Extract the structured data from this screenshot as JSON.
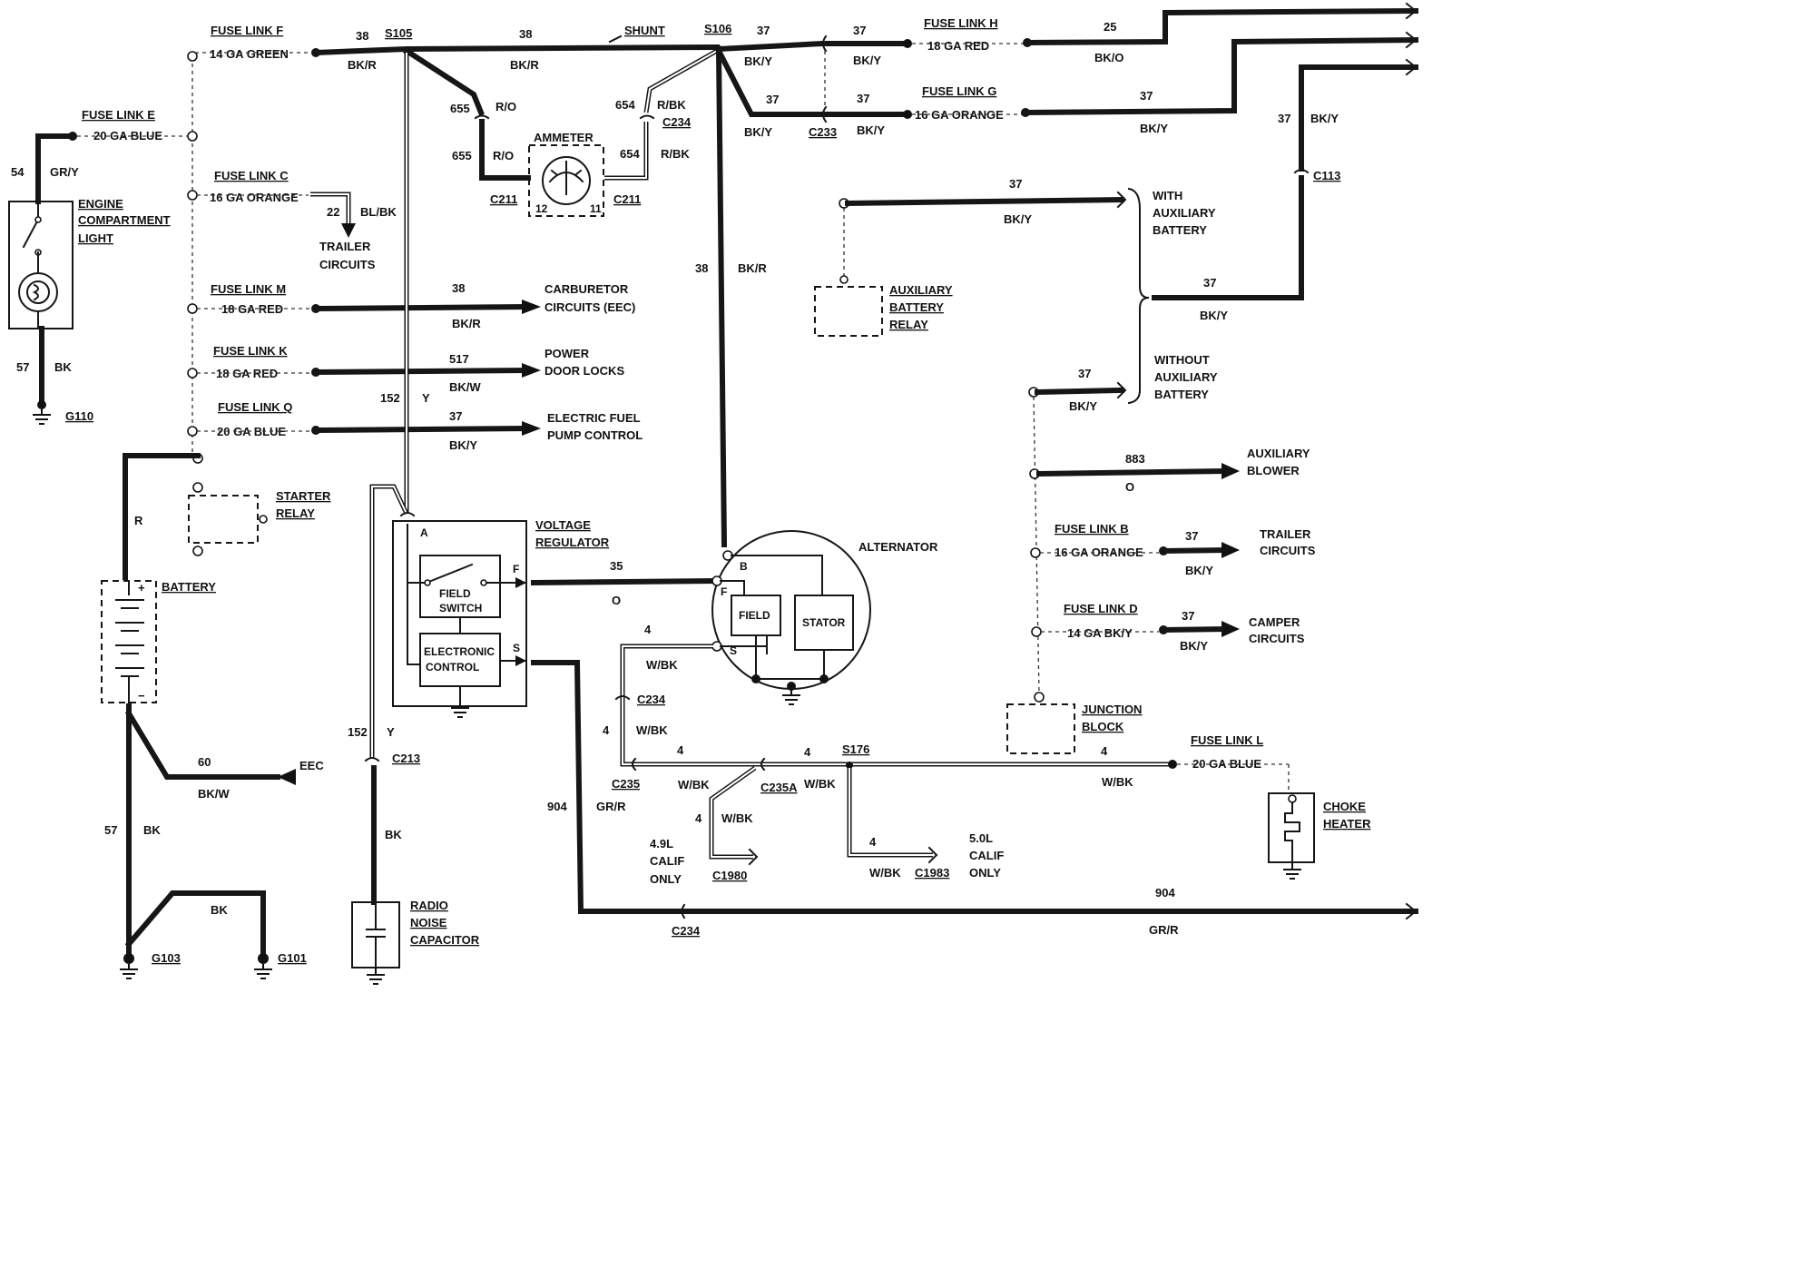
{
  "fuse_links": {
    "f": {
      "name": "FUSE LINK F",
      "gauge": "14 GA GREEN"
    },
    "e": {
      "name": "FUSE LINK E",
      "gauge": "20 GA BLUE"
    },
    "c": {
      "name": "FUSE LINK C",
      "gauge": "16 GA ORANGE"
    },
    "m": {
      "name": "FUSE LINK M",
      "gauge": "18 GA RED"
    },
    "k": {
      "name": "FUSE LINK K",
      "gauge": "18 GA RED"
    },
    "q": {
      "name": "FUSE LINK Q",
      "gauge": "20 GA BLUE"
    },
    "h": {
      "name": "FUSE LINK H",
      "gauge": "18 GA RED"
    },
    "g": {
      "name": "FUSE LINK G",
      "gauge": "16 GA ORANGE"
    },
    "b": {
      "name": "FUSE LINK B",
      "gauge": "16 GA ORANGE"
    },
    "d": {
      "name": "FUSE LINK D",
      "gauge": "14 GA BK/Y"
    },
    "l": {
      "name": "FUSE LINK L",
      "gauge": "20 GA BLUE"
    }
  },
  "splices": {
    "s105": "S105",
    "s106": "S106",
    "s176": "S176"
  },
  "connectors": {
    "c234": "C234",
    "c233": "C233",
    "c211": "C211",
    "c113": "C113",
    "c213": "C213",
    "c235": "C235",
    "c235a": "C235A",
    "c1980": "C1980",
    "c1983": "C1983"
  },
  "grounds": {
    "g110": "G110",
    "g103": "G103",
    "g101": "G101"
  },
  "components": {
    "shunt": "SHUNT",
    "ammeter": "AMMETER",
    "engine_light": [
      "ENGINE",
      "COMPARTMENT",
      "LIGHT"
    ],
    "starter_relay": [
      "STARTER",
      "RELAY"
    ],
    "battery": "BATTERY",
    "voltage_regulator": [
      "VOLTAGE",
      "REGULATOR"
    ],
    "field_switch": [
      "FIELD",
      "SWITCH"
    ],
    "electronic_control": [
      "ELECTRONIC",
      "CONTROL"
    ],
    "alternator": "ALTERNATOR",
    "field": "FIELD",
    "stator": "STATOR",
    "aux_battery_relay": [
      "AUXILIARY",
      "BATTERY",
      "RELAY"
    ],
    "junction_block": [
      "JUNCTION",
      "BLOCK"
    ],
    "radio_noise_capacitor": [
      "RADIO",
      "NOISE",
      "CAPACITOR"
    ],
    "choke_heater": [
      "CHOKE",
      "HEATER"
    ],
    "with_aux": [
      "WITH",
      "AUXILIARY",
      "BATTERY"
    ],
    "without_aux": [
      "WITHOUT",
      "AUXILIARY",
      "BATTERY"
    ]
  },
  "destinations": {
    "trailer_c": [
      "TRAILER",
      "CIRCUITS"
    ],
    "carburetor": [
      "CARBURETOR",
      "CIRCUITS (EEC)"
    ],
    "door_locks": [
      "POWER",
      "DOOR LOCKS"
    ],
    "fuel_pump": [
      "ELECTRIC FUEL",
      "PUMP CONTROL"
    ],
    "eec": "EEC",
    "aux_blower": [
      "AUXILIARY",
      "BLOWER"
    ],
    "trailer_b": [
      "TRAILER",
      "CIRCUITS"
    ],
    "camper": [
      "CAMPER",
      "CIRCUITS"
    ],
    "calif49": [
      "4.9L",
      "CALIF",
      "ONLY"
    ],
    "calif50": [
      "5.0L",
      "CALIF",
      "ONLY"
    ]
  },
  "terminal_letters": {
    "a": "A",
    "f": "F",
    "s": "S",
    "b": "B",
    "t12": "12",
    "t11": "11",
    "plus": "+",
    "minus": "−"
  },
  "wire_labels": {
    "n38": "38",
    "n37": "37",
    "n25": "25",
    "n54": "54",
    "n57": "57",
    "n22": "22",
    "n517": "517",
    "n152": "152",
    "n60": "60",
    "n35": "35",
    "n4": "4",
    "n655": "655",
    "n654": "654",
    "n883": "883",
    "n904": "904",
    "bkr": "BK/R",
    "bky": "BK/Y",
    "bko": "BK/O",
    "gry": "GR/Y",
    "bk": "BK",
    "blbk": "BL/BK",
    "bkw": "BK/W",
    "y": "Y",
    "r": "R",
    "ro": "R/O",
    "rbk": "R/BK",
    "o": "O",
    "wbk": "W/BK",
    "grr": "GR/R"
  }
}
